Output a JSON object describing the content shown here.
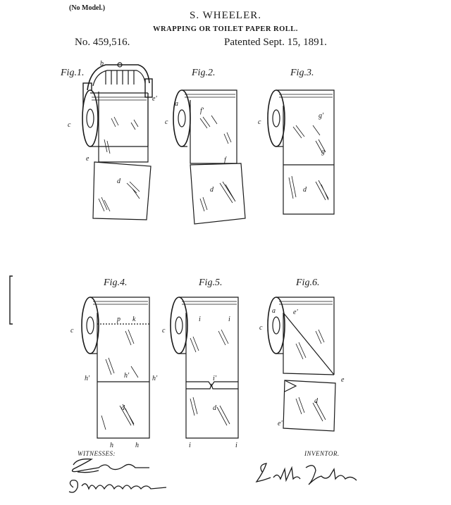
{
  "header": {
    "no_model": "(No Model.)",
    "inventor_name": "S. WHEELER.",
    "title": "WRAPPING OR TOILET PAPER ROLL.",
    "patent_no": "No. 459,516.",
    "patented": "Patented Sept. 15, 1891."
  },
  "figures": [
    {
      "label": "Fig.1.",
      "letters": [
        "b",
        "e'",
        "c",
        "e",
        "d"
      ]
    },
    {
      "label": "Fig.2.",
      "letters": [
        "a",
        "f'",
        "c",
        "f",
        "d"
      ]
    },
    {
      "label": "Fig.3.",
      "letters": [
        "g'",
        "c",
        "g",
        "d"
      ]
    },
    {
      "label": "Fig.4.",
      "letters": [
        "p",
        "k",
        "c",
        "h'",
        "h'",
        "h'",
        "d",
        "h",
        "h"
      ]
    },
    {
      "label": "Fig.5.",
      "letters": [
        "i",
        "i",
        "c",
        "i'",
        "d",
        "i",
        "i"
      ]
    },
    {
      "label": "Fig.6.",
      "letters": [
        "a",
        "e'",
        "c",
        "e",
        "d",
        "e'"
      ]
    }
  ],
  "footer": {
    "witnesses_label": "WITNESSES:",
    "inventor_label": "INVENTOR."
  },
  "colors": {
    "ink": "#1a1a1a",
    "paper": "#ffffff"
  }
}
